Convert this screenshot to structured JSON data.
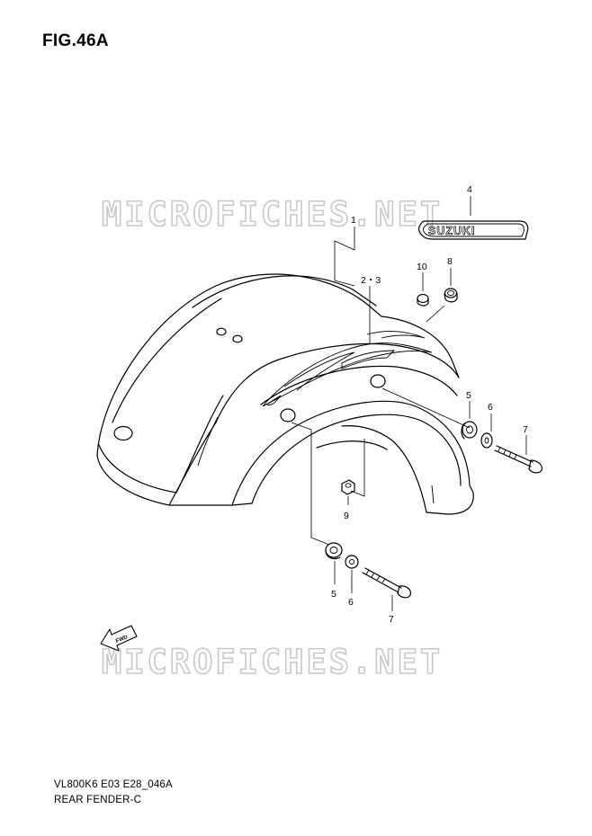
{
  "figure": {
    "title": "FIG.46A",
    "code": "VL800K6 E03 E28_046A",
    "subtitle": "REAR FENDER-C"
  },
  "watermark": {
    "text": "MICROFICHES.NET",
    "color": "#c9c9c9"
  },
  "emblem": {
    "text": "SUZUKI"
  },
  "fwd_arrow": {
    "label": "FWD"
  },
  "callouts": [
    {
      "id": "1",
      "label": "1"
    },
    {
      "id": "2-3",
      "label": "2・3"
    },
    {
      "id": "4",
      "label": "4"
    },
    {
      "id": "8",
      "label": "8"
    },
    {
      "id": "10",
      "label": "10"
    },
    {
      "id": "5a",
      "label": "5"
    },
    {
      "id": "6a",
      "label": "6"
    },
    {
      "id": "7a",
      "label": "7"
    },
    {
      "id": "9",
      "label": "9"
    },
    {
      "id": "5b",
      "label": "5"
    },
    {
      "id": "6b",
      "label": "6"
    },
    {
      "id": "7b",
      "label": "7"
    }
  ]
}
